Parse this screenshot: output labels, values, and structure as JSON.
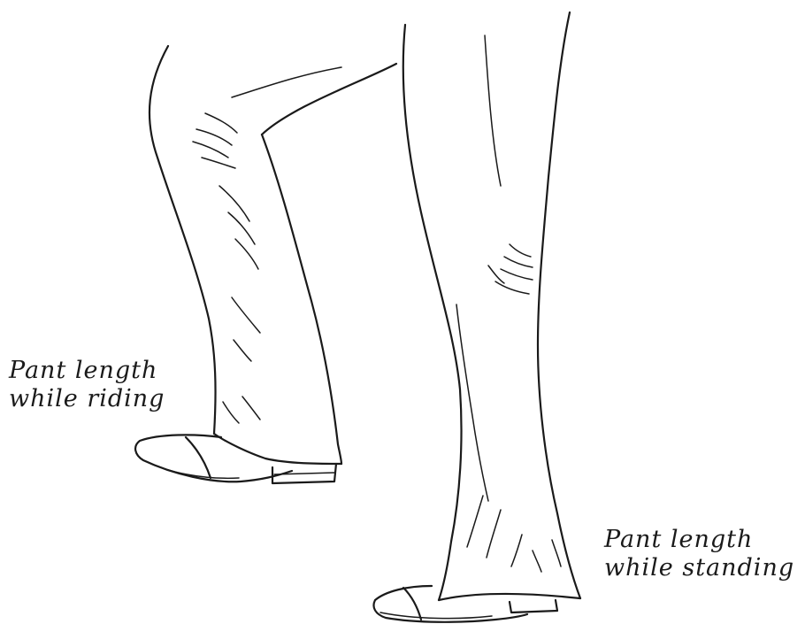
{
  "captions": {
    "riding": {
      "line1": "Pant length",
      "line2": "while riding"
    },
    "standing": {
      "line1": "Pant length",
      "line2": "while standing"
    }
  },
  "colors": {
    "ink": "#1a1a1a",
    "background": "#ffffff"
  }
}
